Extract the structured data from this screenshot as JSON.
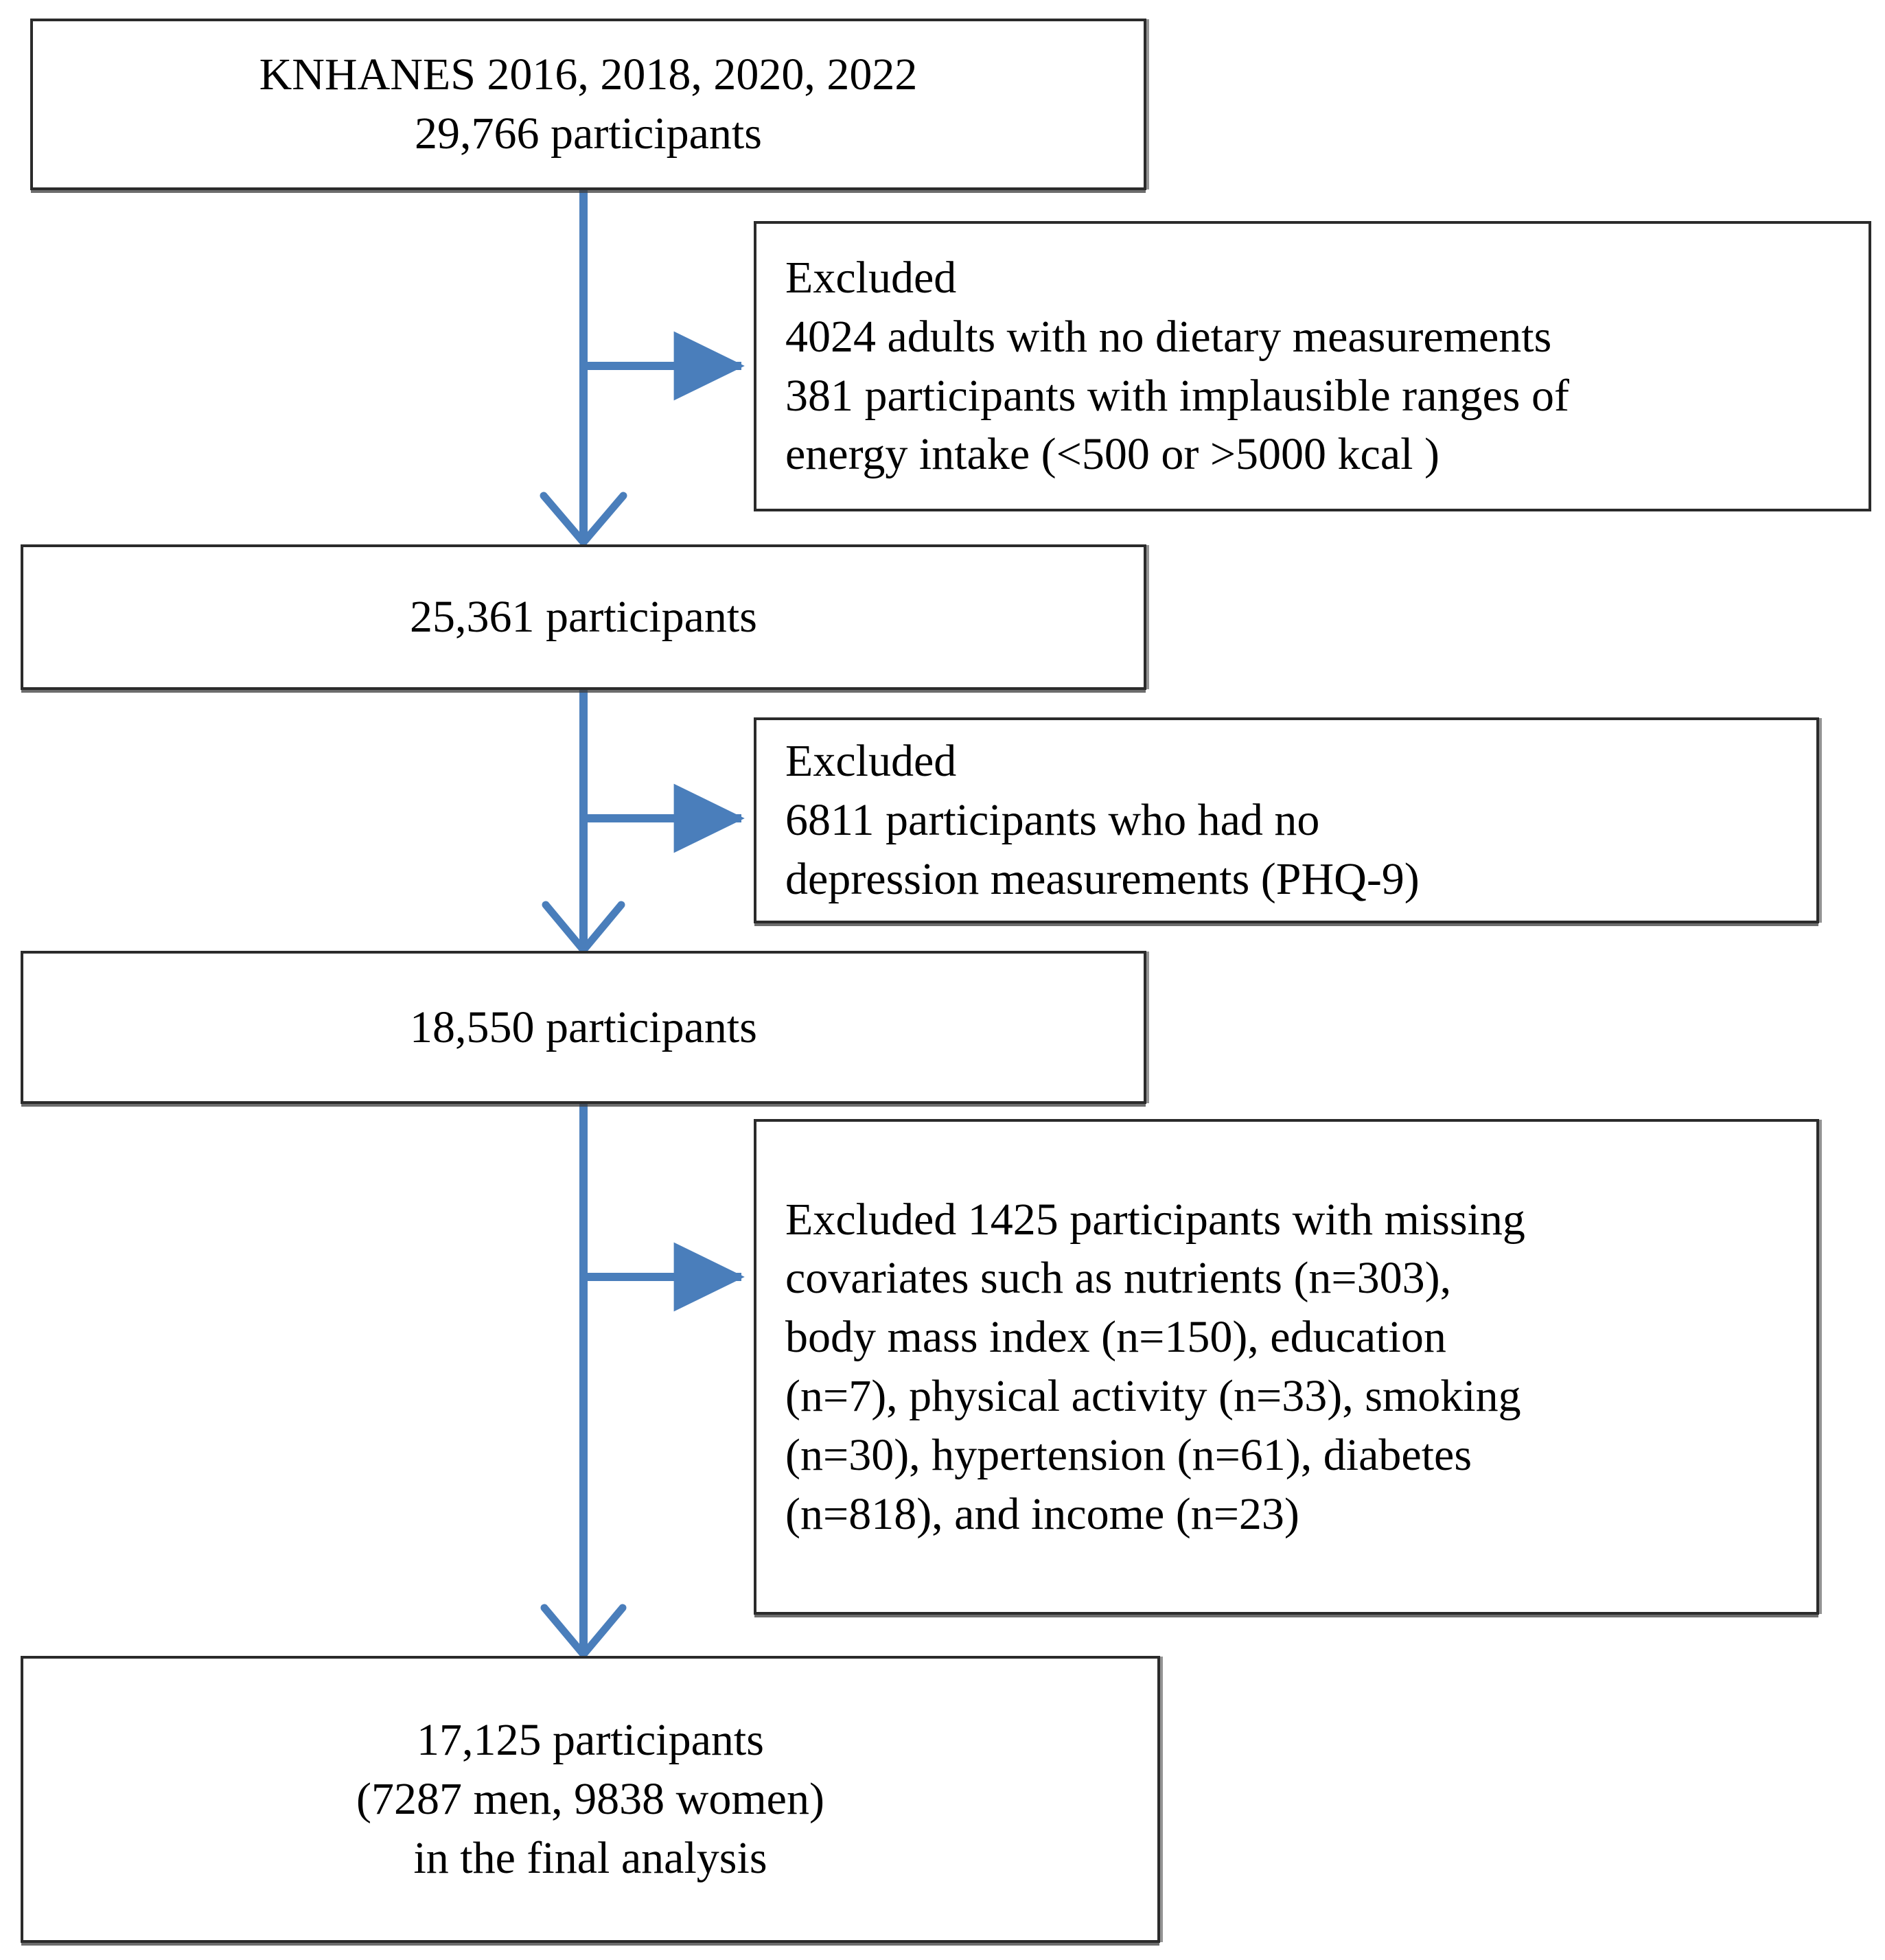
{
  "diagram": {
    "title": "Participant selection flow chart",
    "accent_color": "#4A7EBB",
    "box_border_color": "#2B2B2B",
    "text_color": "#000000"
  },
  "nodes": {
    "cohort": {
      "lines": [
        "KNHANES 2016, 2018, 2020, 2022",
        "29,766 participants"
      ]
    },
    "excluded_1": {
      "lines": [
        "Excluded",
        "4024 adults with no dietary measurements",
        "381 participants with implausible ranges of",
        "energy intake (<500 or >5000 kcal )"
      ]
    },
    "stage_1": {
      "lines": [
        "25,361 participants"
      ]
    },
    "excluded_2": {
      "lines": [
        "Excluded",
        "6811 participants who had no",
        "depression measurements (PHQ-9)"
      ]
    },
    "stage_2": {
      "lines": [
        "18,550 participants"
      ]
    },
    "excluded_3": {
      "lines": [
        "Excluded 1425 participants with missing",
        "covariates such as nutrients (n=303),",
        "body mass index (n=150), education",
        "(n=7), physical activity (n=33), smoking",
        "(n=30), hypertension (n=61), diabetes",
        "(n=818), and income (n=23)"
      ]
    },
    "final": {
      "lines": [
        "17,125 participants",
        "(7287 men, 9838 women)",
        "in the final analysis"
      ]
    }
  }
}
